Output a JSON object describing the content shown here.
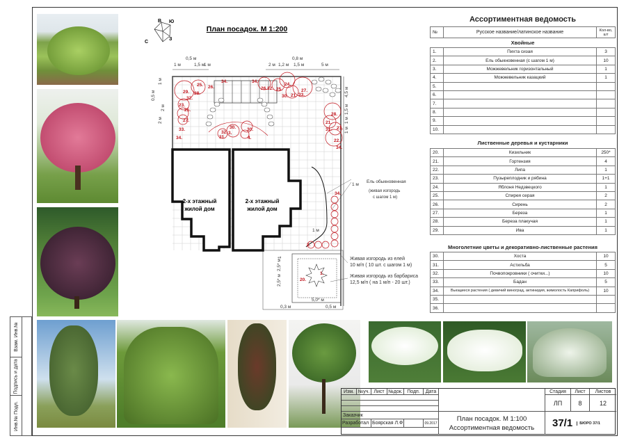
{
  "plan": {
    "title": "План посадок. М 1:200",
    "compass": [
      "В",
      "Ю",
      "С",
      "З"
    ],
    "house1": [
      "2-х этажный",
      "жилой дом"
    ],
    "house2": [
      "2-х этажный",
      "жилой дом"
    ],
    "markers": [
      "29.",
      "25.",
      "26.",
      "28.",
      "32.",
      "23.",
      "25.",
      "27.",
      "33.",
      "34.",
      "34.",
      "34.",
      "26.",
      "32.",
      "25.",
      "24.",
      "30.",
      "21.",
      "27.",
      "33.",
      "28.",
      "21.",
      "31.",
      "21.",
      "22.",
      "34.",
      "30.",
      "30.",
      "32.",
      "31.",
      "3.",
      "4.",
      "34.",
      "2.",
      "1.",
      "20."
    ],
    "dims": [
      "1 м",
      "0,5 м",
      "1,5 м",
      "1 м",
      "2 м",
      "1,2 м",
      "0,8 м",
      "1,5 м",
      "5 м",
      "1 м",
      "0,5 м",
      "2 м",
      "2 м",
      "4,5 м",
      "1,5 м",
      "1 м",
      "1 м",
      "1 м",
      "1 м",
      "0,3 м",
      "5,0* м",
      "0,5 м",
      "2,5* м",
      "2,5* м",
      "1"
    ],
    "notes": [
      "Ель обыкновенная",
      "(живая изгородь",
      "с шагом 1 м)",
      "Живая изгородь из елей",
      "10 м/п ( 10 шт. с шагом 1 м)",
      "Живая изгородь из барбариса",
      "12,5 м/п ( на 1 м/п - 20 шт.)"
    ]
  },
  "vedomost": {
    "title": "Ассортиментная ведомость",
    "header": {
      "num": "№",
      "name": "Русское название/латинское название",
      "qty": "Кол-во, шт"
    },
    "sections": [
      {
        "title": "Хвойные",
        "rows": [
          [
            "1.",
            "Пихта сизая",
            "3"
          ],
          [
            "2.",
            "Ель обыкновенная (с шагом 1 м)",
            "10"
          ],
          [
            "3.",
            "Можжевельник горизонтальный",
            "1"
          ],
          [
            "4.",
            "Можжевельник казацкий",
            "1"
          ],
          [
            "5.",
            "",
            ""
          ],
          [
            "6.",
            "",
            ""
          ],
          [
            "7.",
            "",
            ""
          ],
          [
            "8.",
            "",
            ""
          ],
          [
            "9.",
            "",
            ""
          ],
          [
            "10.",
            "",
            ""
          ]
        ]
      },
      {
        "title": "Лиственные деревья и кустарники",
        "rows": [
          [
            "20.",
            "Кизильник",
            "250*"
          ],
          [
            "21.",
            "Гортензия",
            "4"
          ],
          [
            "22.",
            "Липа",
            "1"
          ],
          [
            "23.",
            "Пузыреплодник и рябина",
            "1+1"
          ],
          [
            "24.",
            "Яблоня Недзвецкого",
            "1"
          ],
          [
            "25.",
            "Спирея серая",
            "2"
          ],
          [
            "26.",
            "Сирень",
            "2"
          ],
          [
            "27.",
            "Береза",
            "1"
          ],
          [
            "28.",
            "Береза плакучая",
            "1"
          ],
          [
            "29.",
            "Ива",
            "1"
          ]
        ]
      },
      {
        "title": "Многолетние цветы и декоративно-лиственные растения",
        "rows": [
          [
            "30.",
            "Хоста",
            "10"
          ],
          [
            "31.",
            "Астильба",
            "5"
          ],
          [
            "32.",
            "Почвопокровники ( очитки...)",
            "10"
          ],
          [
            "33.",
            "Бадан",
            "5"
          ],
          [
            "34.",
            "Вьющиеся растения ( девичий виноград, актинидия, жимолость Каприфоль)",
            "10"
          ],
          [
            "35.",
            "",
            ""
          ],
          [
            "36.",
            "",
            ""
          ]
        ]
      }
    ]
  },
  "stamp": [
    "Инв.№ Подл.",
    "Подпись и дата",
    "Взам. Инв.№"
  ],
  "titleblock": {
    "cols": [
      "Изм.",
      "№уч.",
      "Лист",
      "№док.",
      "Подп.",
      "Дата"
    ],
    "customer": "Заказчик",
    "developed": "Разработал",
    "developer": "Боярская Л.Ф.",
    "date": "09.2017",
    "title1": "План посадок.  М 1:100",
    "title2": "Ассортиментная ведомость",
    "stage_label": "Стадия",
    "sheet_label": "Лист",
    "sheets_label": "Листов",
    "stage": "ЛП",
    "sheet": "8",
    "sheets": "12",
    "logo": "37/1",
    "bureau": "БЮРО 37/1"
  },
  "colors": {
    "marker": "#c0141c",
    "grid": "#cfcfcf"
  }
}
